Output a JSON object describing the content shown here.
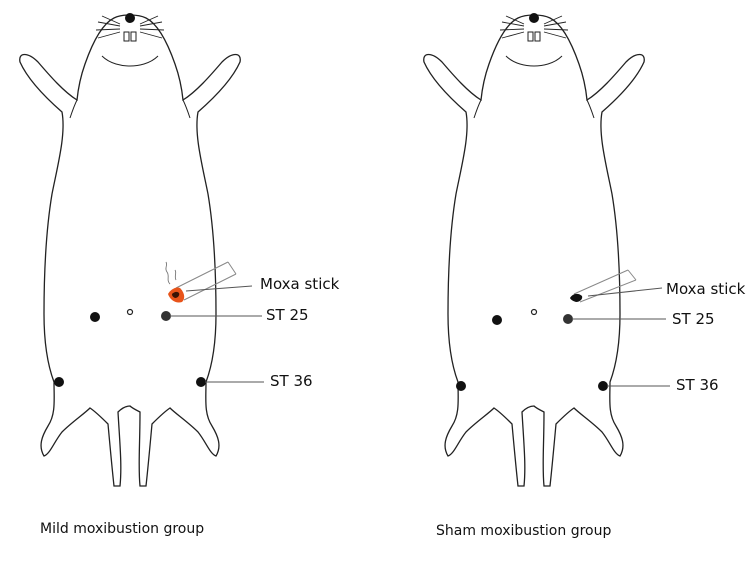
{
  "panels": [
    {
      "caption": "Mild moxibustion group",
      "moxa_label": "Moxa stick",
      "st25_label": "ST 25",
      "st36_label": "ST 36"
    },
    {
      "caption": "Sham moxibustion group",
      "moxa_label": "Moxa stick",
      "st25_label": "ST 25",
      "st36_label": "ST 36"
    }
  ],
  "colors": {
    "outline": "#222222",
    "point": "#111111",
    "leader": "#555555",
    "ember": "#e8541a",
    "ember_core": "#3a1405",
    "stick": "#888888"
  }
}
